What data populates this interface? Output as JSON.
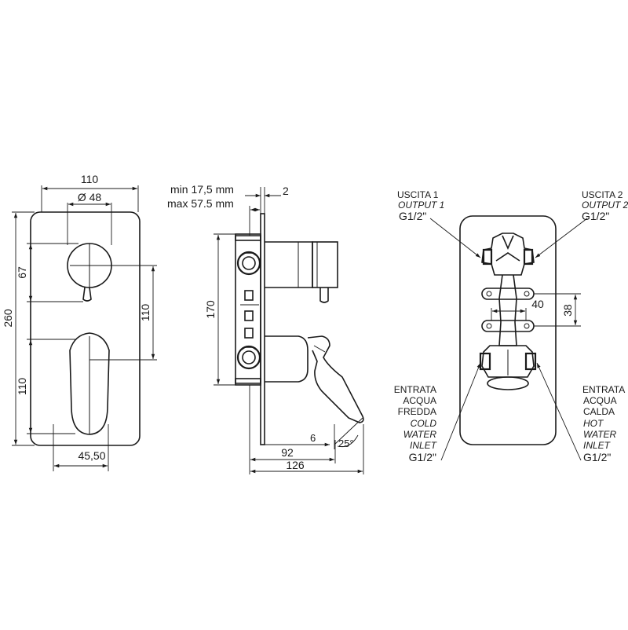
{
  "front_view": {
    "width": "110",
    "knob_diameter": "Ø 48",
    "height": "260",
    "knob_height": "67",
    "spacing": "110",
    "lever_height": "110",
    "lever_offset": "45,50"
  },
  "side_view": {
    "depth_min": "min 17,5 mm",
    "depth_max": "max 57.5 mm",
    "plate_thickness": "2",
    "body_height": "170",
    "depth_92": "92",
    "depth_126": "126",
    "lever_gap": "6",
    "lever_angle": "25°"
  },
  "rear_view": {
    "outlet_1": {
      "it": "USCITA 1",
      "en": "OUTPUT 1",
      "thread": "G1/2\""
    },
    "outlet_2": {
      "it": "USCITA 2",
      "en": "OUTPUT 2",
      "thread": "G1/2\""
    },
    "cold_inlet": {
      "l1": "ENTRATA",
      "l2": "ACQUA",
      "l3": "FREDDA",
      "l4": "COLD",
      "l5": "WATER",
      "l6": "INLET",
      "thread": "G1/2\""
    },
    "hot_inlet": {
      "l1": "ENTRATA",
      "l2": "ACQUA",
      "l3": "CALDA",
      "l4": "HOT",
      "l5": "WATER",
      "l6": "INLET",
      "thread": "G1/2\""
    },
    "dim_40": "40",
    "dim_38": "38"
  }
}
